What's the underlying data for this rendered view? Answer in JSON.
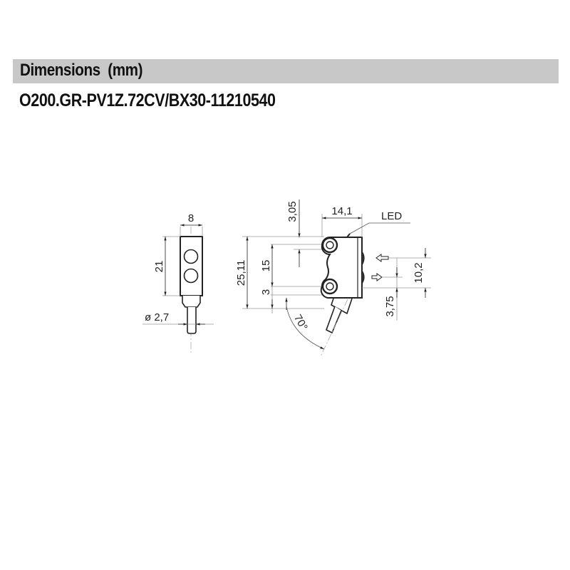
{
  "header": {
    "title": "Dimensions  (mm)",
    "model_code": "O200.GR-PV1Z.72CV/BX30-11210540"
  },
  "side_view": {
    "width_label": "8",
    "height_label": "21",
    "cable_diameter_label": "ø 2,7"
  },
  "front_view": {
    "top_offset_label": "3,05",
    "width_label": "14,1",
    "led_label": "LED",
    "overall_height_label": "25,11",
    "hole_spacing_label": "15",
    "bottom_offset_label": "3",
    "cable_angle_label": "70°",
    "optic_spacing_label": "10,2",
    "optic_offset_label": "3,75"
  },
  "colors": {
    "header_bg": "#c8c8c8",
    "line": "#222222",
    "thin_line": "#999999"
  }
}
